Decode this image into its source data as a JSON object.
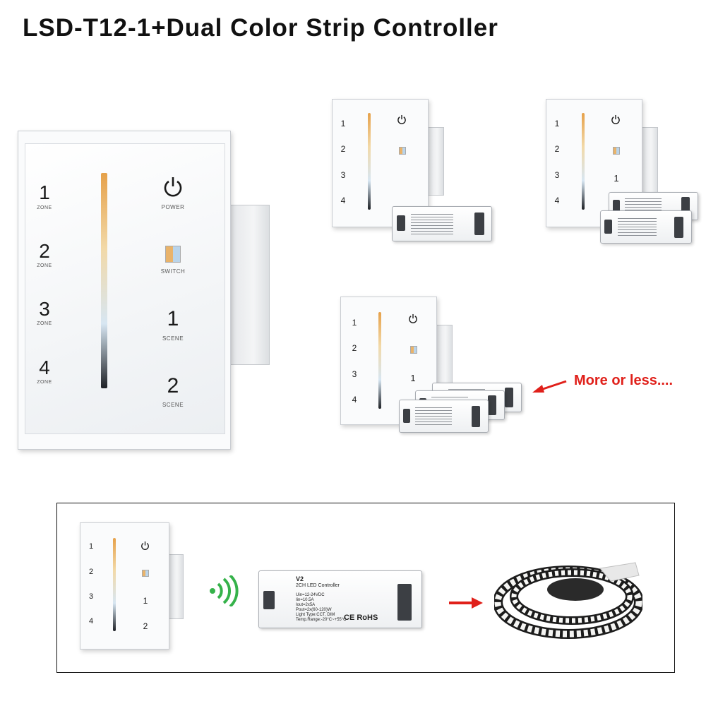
{
  "title": "LSD-T12-1+Dual Color Strip Controller",
  "panel": {
    "zones": [
      "1",
      "2",
      "3",
      "4"
    ],
    "zone_label": "ZONE",
    "power_label": "POWER",
    "switch_label": "SWITCH",
    "scenes": [
      "1",
      "2"
    ],
    "scene_label": "SCENE"
  },
  "annotation": "More or less....",
  "receiver": {
    "model": "V2",
    "name": "2CH LED Controller",
    "specs": [
      "Uin=12-24VDC",
      "Iin=10.5A",
      "Iout=2x5A",
      "Pout=2x(60-120)W",
      "Light Type:CCT, DIM",
      "Temp.Range:-20°C~+55°C"
    ],
    "marks": "CE RoHS"
  },
  "colors": {
    "accent_red": "#e0201a",
    "slider_warm": "#e6a14a",
    "slider_cool": "#d7e6f2"
  },
  "icons": [
    "power-icon",
    "cct-switch-icon",
    "wireless-signal-icon",
    "red-arrow-icon",
    "led-strip-reel"
  ]
}
